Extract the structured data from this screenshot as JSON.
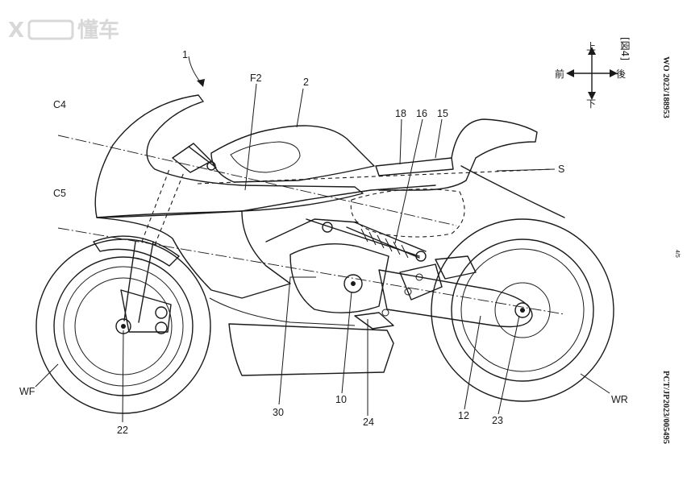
{
  "watermark": {
    "logo_text": "X",
    "brand_text": "懂车"
  },
  "header": {
    "pub_number": "WO 2023/188953",
    "app_number": "PCT/JP2023/005495",
    "figure_label": "[図4]",
    "page_mark": "4/5"
  },
  "compass": {
    "up": "上",
    "down": "下",
    "front": "前",
    "rear": "後"
  },
  "labels": {
    "motorcycle": "1",
    "f2": "F2",
    "fuel_tank": "2",
    "c4": "C4",
    "c5": "C5",
    "seat_18": "18",
    "shock_16": "16",
    "tail_15": "15",
    "s": "S",
    "front_wheel": "WF",
    "front_axle": "22",
    "engine_30": "30",
    "pivot_10": "10",
    "bracket_24": "24",
    "swingarm_12": "12",
    "rear_axle": "23",
    "rear_wheel": "WR"
  }
}
